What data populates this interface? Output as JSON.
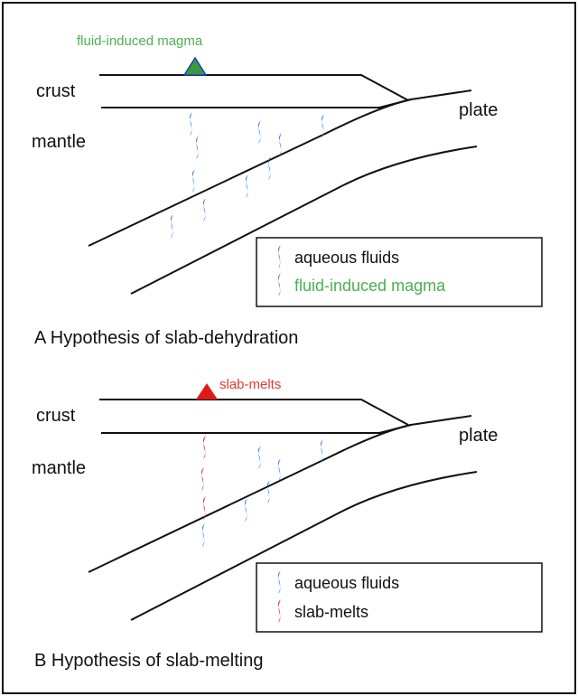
{
  "panel_a": {
    "caption": "A  Hypothesis of slab-dehydration",
    "crust_label": "crust",
    "mantle_label": "mantle",
    "plate_label": "plate",
    "volcano_label": "fluid-induced magma",
    "legend": {
      "item1": "aqueous fluids",
      "item2": "fluid-induced magma"
    }
  },
  "panel_b": {
    "caption": "B  Hypothesis of slab-melting",
    "crust_label": "crust",
    "mantle_label": "mantle",
    "plate_label": "plate",
    "volcano_label": "slab-melts",
    "legend": {
      "item1": "aqueous fluids",
      "item2": "slab-melts"
    }
  },
  "colors": {
    "aqueous_fluid": "#1e73e8",
    "fluid_magma": "#3a9a3a",
    "slab_melt": "#e01a1a",
    "green_text": "#4caf50",
    "red_text": "#e53935"
  }
}
